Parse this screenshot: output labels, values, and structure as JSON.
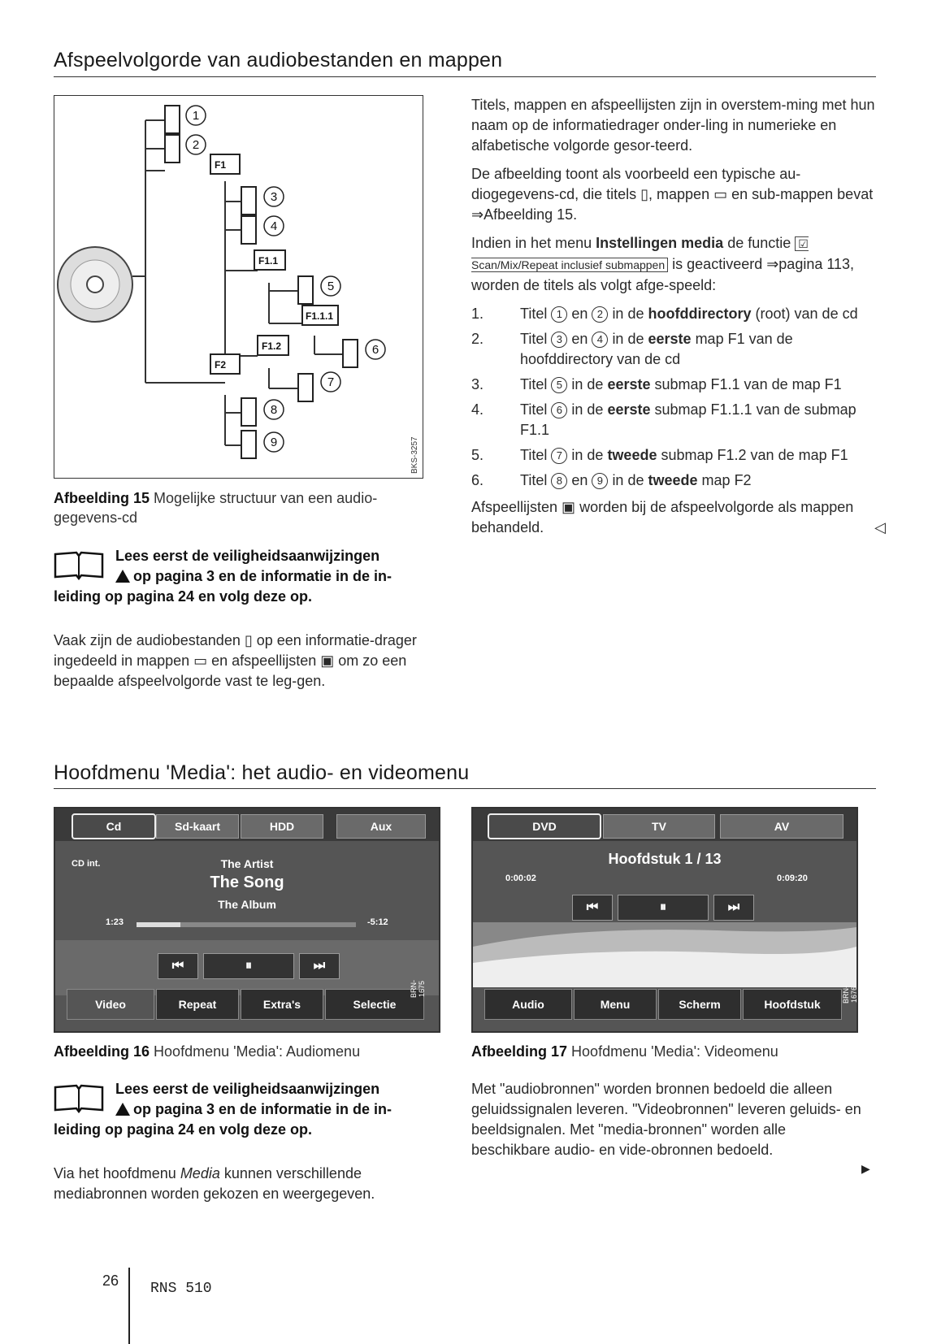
{
  "section1": {
    "title": "Afspeelvolgorde van audiobestanden en mappen",
    "figure": {
      "folders": [
        "F1",
        "F1.1",
        "F1.1.1",
        "F1.2",
        "F2"
      ],
      "titles": [
        "1",
        "2",
        "3",
        "4",
        "5",
        "6",
        "7",
        "8",
        "9"
      ],
      "code": "BKS-3257"
    },
    "caption_label": "Afbeelding 15",
    "caption_text": "Mogelijke structuur van een audio-gegevens-cd",
    "safety_line1": "Lees eerst de veiligheidsaanwijzingen",
    "safety_line2": "op pagina 3 en de informatie in de in-",
    "safety_line3": "leiding op pagina 24 en volg deze op.",
    "left_para": "Vaak zijn de audiobestanden ▯ op een informatie-drager ingedeeld in mappen ▭ en afspeellijsten ▣ om zo een bepaalde afspeelvolgorde vast te leg-gen.",
    "right_p1": "Titels, mappen en afspeellijsten zijn in overstem-ming met hun naam op de informatiedrager onder-ling in numerieke en alfabetische volgorde gesor-teerd.",
    "right_p2": "De afbeelding toont als voorbeeld een typische au-diogegevens-cd, die titels ▯, mappen ▭ en sub-mappen bevat ⇒Afbeelding 15.",
    "right_p3_a": "Indien in het menu",
    "right_p3_menu": "Instellingen media",
    "right_p3_b": "de functie",
    "right_p3_box": "☑ Scan/Mix/Repeat inclusief submappen",
    "right_p3_c": "is geactiveerd ⇒pagina 113, worden de titels als volgt afge-speeld:",
    "steps": [
      {
        "n": "1.",
        "pre": "Titel",
        "c1": "1",
        "mid": "en",
        "c2": "2",
        "post": "in de",
        "bold": "hoofddirectory",
        "end": "(root) van de cd"
      },
      {
        "n": "2.",
        "pre": "Titel",
        "c1": "3",
        "mid": "en",
        "c2": "4",
        "post": "in de",
        "bold": "eerste",
        "end": "map F1 van de hoofddirectory van de cd"
      },
      {
        "n": "3.",
        "pre": "Titel",
        "c1": "5",
        "mid": "",
        "c2": "",
        "post": "in de",
        "bold": "eerste",
        "end": "submap F1.1 van de map F1"
      },
      {
        "n": "4.",
        "pre": "Titel",
        "c1": "6",
        "mid": "",
        "c2": "",
        "post": "in de",
        "bold": "eerste",
        "end": "submap F1.1.1 van de submap F1.1"
      },
      {
        "n": "5.",
        "pre": "Titel",
        "c1": "7",
        "mid": "",
        "c2": "",
        "post": "in de",
        "bold": "tweede",
        "end": "submap F1.2 van de map F1"
      },
      {
        "n": "6.",
        "pre": "Titel",
        "c1": "8",
        "mid": "en",
        "c2": "9",
        "post": "in de",
        "bold": "tweede",
        "end": "map F2"
      }
    ],
    "right_p4": "Afspeellijsten ▣ worden bij de afspeelvolgorde als mappen behandeld.",
    "back_mark": "◁"
  },
  "section2": {
    "title": "Hoofdmenu 'Media': het audio- en videomenu",
    "audio_screen": {
      "tabs": [
        "Cd",
        "Sd-kaart",
        "HDD",
        "Aux"
      ],
      "source": "CD int.",
      "artist": "The Artist",
      "song": "The Song",
      "album": "The Album",
      "elapsed": "1:23",
      "remaining": "-5:12",
      "progress": 0.2,
      "controls": [
        "⏮",
        "⏸",
        "⏭"
      ],
      "buttons": [
        "Video",
        "Repeat",
        "Extra's",
        "Selectie"
      ],
      "code": "BRN-1675"
    },
    "video_screen": {
      "tabs": [
        "DVD",
        "TV",
        "AV"
      ],
      "chapter": "Hoofdstuk 1 / 13",
      "elapsed": "0:00:02",
      "remaining": "0:09:20",
      "controls": [
        "⏮",
        "⏸",
        "⏭"
      ],
      "buttons": [
        "Audio",
        "Menu",
        "Scherm",
        "Hoofdstuk"
      ],
      "code": "BRN-1676"
    },
    "cap16_label": "Afbeelding 16",
    "cap16_text": "Hoofdmenu 'Media': Audiomenu",
    "cap17_label": "Afbeelding 17",
    "cap17_text": "Hoofdmenu 'Media': Videomenu",
    "safety_line1": "Lees eerst de veiligheidsaanwijzingen",
    "safety_line2": "op pagina 3 en de informatie in de in-",
    "safety_line3": "leiding op pagina 24 en volg deze op.",
    "left_para_a": "Via het hoofdmenu",
    "left_para_em": "Media",
    "left_para_b": "kunnen verschillende mediabronnen worden gekozen en weergegeven.",
    "right_para": "Met \"audiobronnen\" worden bronnen bedoeld die alleen geluidssignalen leveren. \"Videobronnen\" leveren geluids- en beeldsignalen. Met \"media-bronnen\" worden alle beschikbare audio- en vide-obronnen bedoeld.",
    "next_mark": "▶"
  },
  "footer": {
    "page": "26",
    "product": "RNS 510"
  }
}
